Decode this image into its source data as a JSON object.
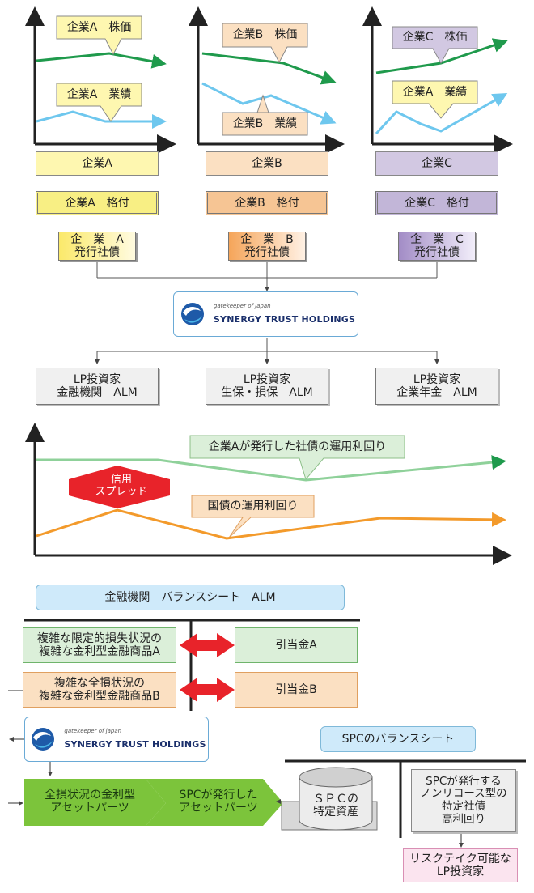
{
  "stock_charts": [
    {
      "stock_label": "企業A　株価",
      "perf_label": "企業A　業績",
      "company": "企業A",
      "rating": "企業A　格付",
      "bond": "企　業　A\n発行社債"
    },
    {
      "stock_label": "企業B　株価",
      "perf_label": "企業B　業績",
      "company": "企業B",
      "rating": "企業B　格付",
      "bond": "企　業　B\n発行社債"
    },
    {
      "stock_label": "企業C　株価",
      "perf_label": "企業A　業績",
      "company": "企業C",
      "rating": "企業C　格付",
      "bond": "企　業　C\n発行社債"
    }
  ],
  "logo": {
    "sub": "gatekeeper of japan",
    "name": "SYNERGY TRUST HOLDINGS"
  },
  "investors": [
    "LP投資家\n金融機関　ALM",
    "LP投資家\n生保・損保　ALM",
    "LP投資家\n企業年金　ALM"
  ],
  "spread_chart": {
    "corp_label": "企業Aが発行した社債の運用利回り",
    "govt_label": "国債の運用利回り",
    "spread_label": "信用\nスプレッド"
  },
  "balance": {
    "title": "金融機関　バランスシート　ALM",
    "left_items": [
      "複雑な限定的損失状況の\n複雑な金利型金融商品A",
      "複雑な全損状況の\n複雑な金利型金融商品B"
    ],
    "right_items": [
      "引当金A",
      "引当金B"
    ]
  },
  "spc": {
    "title": "SPCのバランスシート",
    "arrow1": "全損状況の金利型\nアセットパーツ",
    "arrow2": "SPCが発行した\nアセットパーツ",
    "asset": "ＳＰＣの\n特定資産",
    "bond": "SPCが発行する\nノンリコース型の\n特定社債\n高利回り",
    "investor": "リスクテイク可能な\nLP投資家"
  },
  "colors": {
    "green": "#2ca05a",
    "blue": "#6ec7ee",
    "yellow": "#fef7b0",
    "orange": "#fbe0c2",
    "purple": "#d2c8e2",
    "orange_line": "#f39a2b",
    "red": "#e8232a",
    "light_blue": "#cfeafa",
    "light_green": "#dbefd9",
    "pink": "#fbe4ef"
  }
}
